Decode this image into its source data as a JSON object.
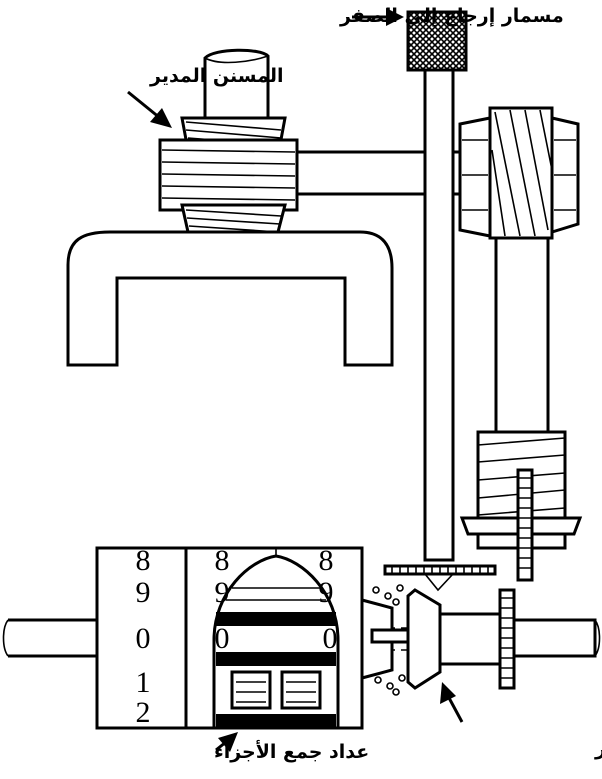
{
  "labels": {
    "zero_reset_screw": "مسمار إرجاع إلى الصفر",
    "drive_gear": "المسنن المدير",
    "parts_total_counter": "عداد جمع الأجزاء",
    "zero_reset": "إرجاع إلى الصفر"
  },
  "counter_digits": {
    "left_column": [
      "8",
      "9",
      "0",
      "1",
      "2"
    ],
    "middle_column": [
      "8",
      "9",
      "0"
    ],
    "right_column": [
      "8",
      "9",
      "0"
    ]
  },
  "colors": {
    "ink": "#000000",
    "paper": "#ffffff"
  }
}
